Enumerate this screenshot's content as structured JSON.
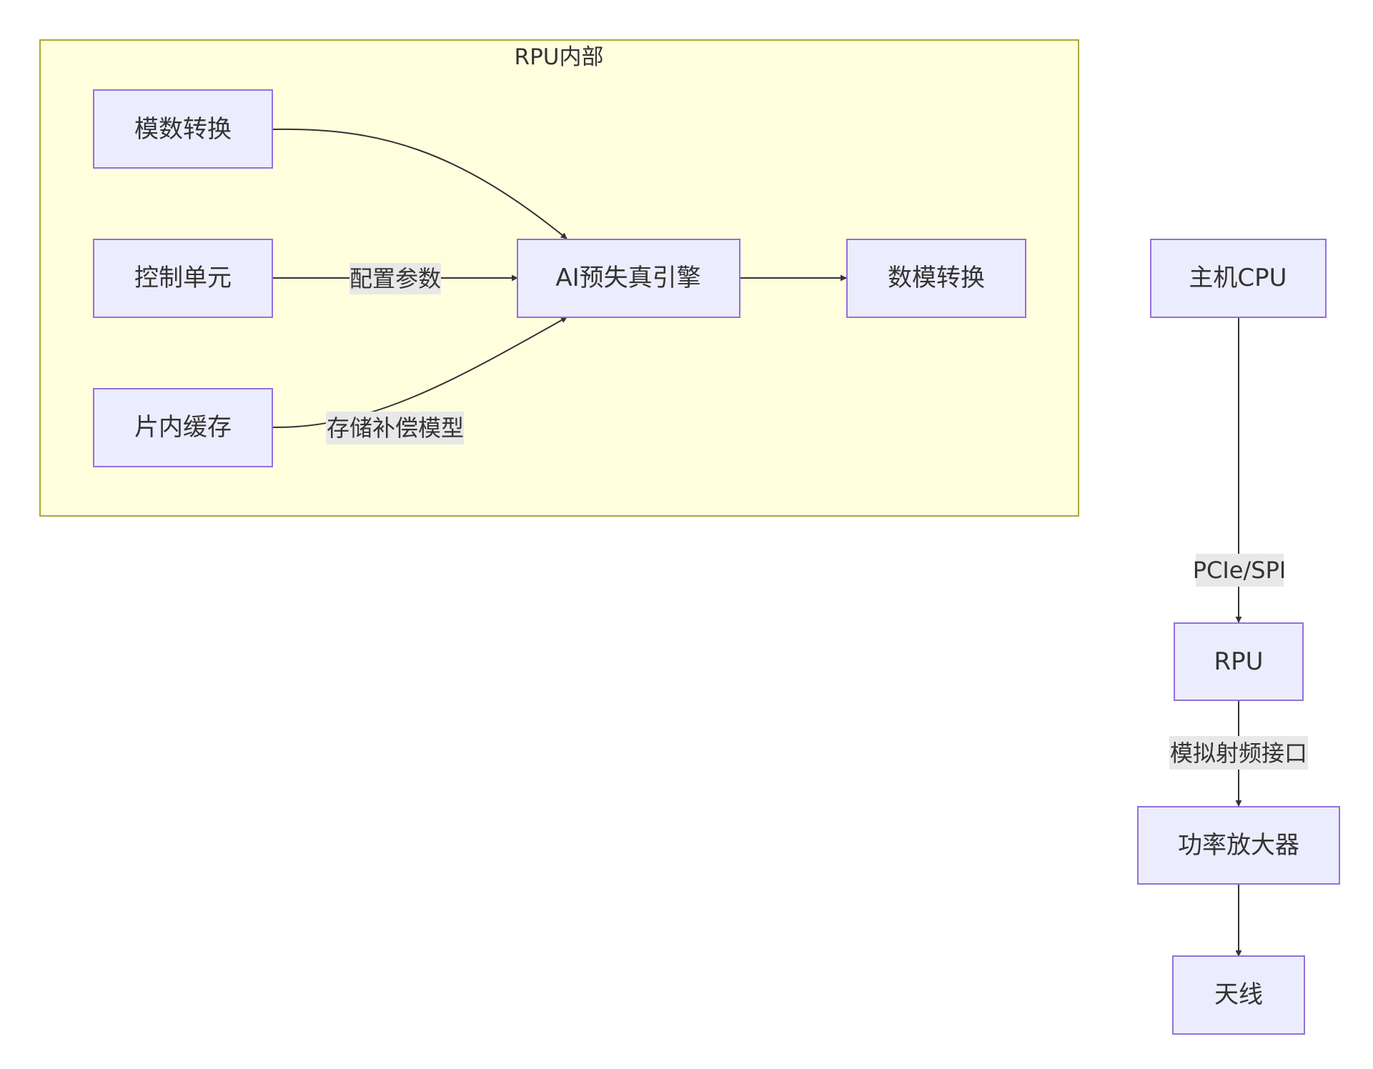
{
  "cluster": {
    "title": "RPU内部"
  },
  "nodes": {
    "adc": "模数转换",
    "ctrl": "控制单元",
    "cache": "片内缓存",
    "engine": "AI预失真引擎",
    "dac": "数模转换",
    "cpu": "主机CPU",
    "rpu": "RPU",
    "pa": "功率放大器",
    "antenna": "天线"
  },
  "edges": {
    "ctrl_engine": "配置参数",
    "cache_engine": "存储补偿模型",
    "cpu_rpu": "PCIe/SPI",
    "rpu_pa": "模拟射频接口"
  },
  "colors": {
    "cluster_fill": "#FFFFDE",
    "cluster_stroke": "#AAAA33",
    "node_fill": "#ECECFF",
    "node_stroke": "#9370DB",
    "edge": "#333333",
    "edge_label_bg": "#E8E8E8"
  }
}
